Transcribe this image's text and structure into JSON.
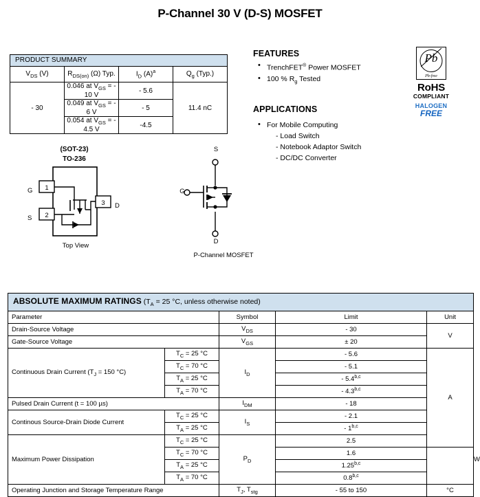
{
  "title": "P-Channel 30 V (D-S) MOSFET",
  "product_summary": {
    "band_title": "PRODUCT SUMMARY",
    "headers": {
      "vds": "V<sub>DS</sub> (V)",
      "rds": "R<sub>DS(on)</sub> (Ω) Typ.",
      "id": "I<sub>D</sub> (A)<sup>a</sup>",
      "qg": "Q<sub>g</sub> (Typ.)"
    },
    "vds_value": "- 30",
    "qg_value": "11.4 nC",
    "rows": [
      {
        "rds": "0.046 at V<sub>GS</sub> = - 10 V",
        "id": "- 5.6"
      },
      {
        "rds": "0.049 at V<sub>GS</sub> = - 6 V",
        "id": "- 5"
      },
      {
        "rds": "0.054 at V<sub>GS</sub> = - 4.5 V",
        "id": "-4.5"
      }
    ]
  },
  "features": {
    "heading": "FEATURES",
    "items": [
      "TrenchFET<sup>®</sup> Power MOSFET",
      "100 % R<sub>g</sub> Tested"
    ]
  },
  "applications": {
    "heading": "APPLICATIONS",
    "items": [
      {
        "text": "For Mobile Computing",
        "sub": [
          "- Load Switch",
          "- Notebook Adaptor Switch",
          "- DC/DC Converter"
        ]
      }
    ]
  },
  "rohs": {
    "logo_text": "Pb",
    "logo_caption": "Pb-free",
    "title": "RoHS",
    "subtitle": "COMPLIANT",
    "halogen": "HALOGEN",
    "free": "FREE",
    "halogen_color": "#1f6fc4",
    "free_color": "#1565c0"
  },
  "package": {
    "title_line1": "(SOT-23)",
    "title_line2": "TO-236",
    "caption": "Top View",
    "pin_labels": {
      "gate": "G",
      "source": "S",
      "drain": "D"
    },
    "pin_numbers": [
      "1",
      "2",
      "3"
    ]
  },
  "symbol": {
    "source": "S",
    "gate": "G",
    "drain": "D",
    "caption": "P-Channel MOSFET"
  },
  "absolute_max_ratings": {
    "band_strong": "ABSOLUTE MAXIMUM RATINGS",
    "band_rest": " (T<sub>A</sub> = 25 °C, unless otherwise noted)",
    "headers": [
      "Parameter",
      "Symbol",
      "Limit",
      "Unit"
    ],
    "rows": [
      {
        "parameter": "Drain-Source Voltage",
        "condition": "",
        "symbol": "V<sub>DS</sub>",
        "limit": "- 30",
        "unit": "V",
        "unit_rowspan": 2,
        "param_colspan": 2
      },
      {
        "parameter": "Gate-Source Voltage",
        "condition": "",
        "symbol": "V<sub>GS</sub>",
        "limit": "± 20",
        "param_colspan": 2
      },
      {
        "parameter": "Continuous Drain Current (T<sub>J</sub> = 150 °C)",
        "param_rowspan": 4,
        "condition": "T<sub>C</sub> = 25 °C",
        "symbol": "I<sub>D</sub>",
        "symbol_rowspan": 4,
        "limit": "- 5.6",
        "unit": "A",
        "unit_rowspan": 8
      },
      {
        "condition": "T<sub>C</sub> = 70 °C",
        "limit": "- 5.1"
      },
      {
        "condition": "T<sub>A</sub> = 25 °C",
        "limit": "- 5.4<sup>b,c</sup>"
      },
      {
        "condition": "T<sub>A</sub> = 70 °C",
        "limit": "- 4.3<sup>b,c</sup>"
      },
      {
        "parameter": "Pulsed Drain Current (t = 100 µs)",
        "param_colspan": 2,
        "condition": "",
        "symbol": "I<sub>DM</sub>",
        "limit": "- 18"
      },
      {
        "parameter": "Continous Source-Drain Diode Current",
        "param_rowspan": 2,
        "condition": "T<sub>C</sub> = 25 °C",
        "symbol": "I<sub>S</sub>",
        "symbol_rowspan": 2,
        "limit": "- 2.1"
      },
      {
        "condition": "T<sub>A</sub> = 25 °C",
        "limit": "- 1<sup>b,c</sup>"
      },
      {
        "parameter": "Maximum Power Dissipation",
        "param_rowspan": 4,
        "condition": "T<sub>C</sub> = 25 °C",
        "symbol": "P<sub>D</sub>",
        "symbol_rowspan": 4,
        "limit": "2.5",
        "unit": "W",
        "unit_rowspan": 4
      },
      {
        "condition": "T<sub>C</sub> = 70 °C",
        "limit": "1.6"
      },
      {
        "condition": "T<sub>A</sub> = 25 °C",
        "limit": "1.25<sup>b,c</sup>"
      },
      {
        "condition": "T<sub>A</sub> = 70 °C",
        "limit": "0.8<sup>b,c</sup>"
      },
      {
        "parameter": "Operating Junction and Storage Temperature Range",
        "param_colspan": 2,
        "condition": "",
        "symbol": "T<sub>J</sub>, T<sub>stg</sub>",
        "limit": "- 55 to 150",
        "unit": "°C",
        "unit_rowspan": 1
      }
    ]
  },
  "colors": {
    "band_blue": "#cfe0ee",
    "border": "#000000"
  }
}
